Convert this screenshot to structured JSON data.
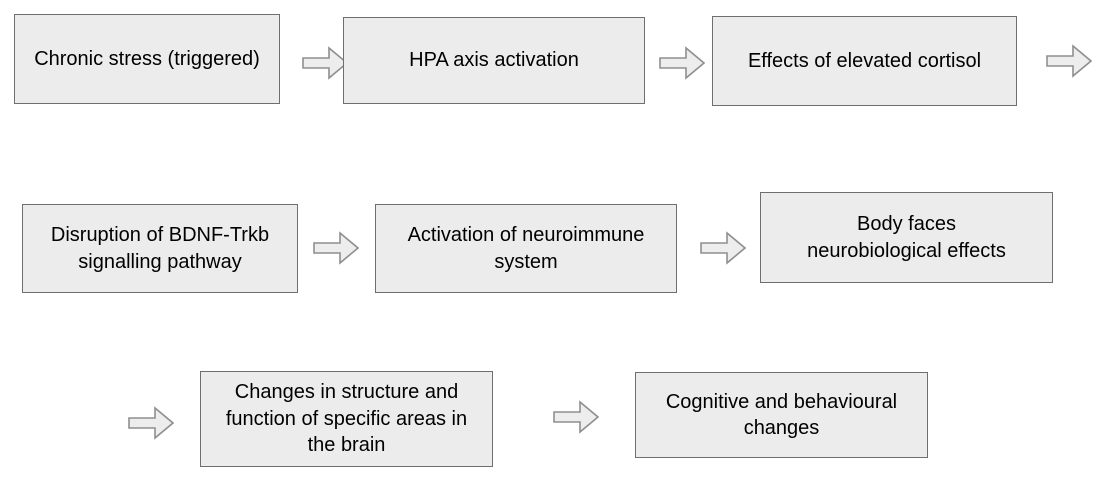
{
  "flowchart": {
    "description": "Flow diagram of chronic stress leading to cognitive and behavioural changes",
    "colors": {
      "background": "#ffffff",
      "box_fill": "#ececec",
      "box_border": "#6f6f6f",
      "arrow_fill": "#ededed",
      "arrow_stroke": "#8f8f8f",
      "text": "#000000"
    },
    "arrow_icon": "right-block-arrow",
    "rows": [
      {
        "boxes": [
          {
            "id": "chronic-stress",
            "label": "Chronic stress (triggered)"
          },
          {
            "id": "hpa-axis",
            "label": "HPA axis activation"
          },
          {
            "id": "elevated-cortisol",
            "label": "Effects of elevated cortisol"
          }
        ],
        "trailing_arrow": true,
        "leading_arrow": false
      },
      {
        "boxes": [
          {
            "id": "bdnf-trkb",
            "label": "Disruption of  BDNF-Trkb\nsignalling pathway"
          },
          {
            "id": "neuroimmune",
            "label": "Activation of neuroimmune\nsystem"
          },
          {
            "id": "neurobiological-effects",
            "label": "Body faces\nneurobiological effects"
          }
        ],
        "trailing_arrow": false,
        "leading_arrow": false
      },
      {
        "boxes": [
          {
            "id": "brain-structure-changes",
            "label": "Changes in structure and\nfunction of specific areas in\nthe brain"
          },
          {
            "id": "cognitive-behavioural-changes",
            "label": "Cognitive and behavioural\nchanges"
          }
        ],
        "trailing_arrow": false,
        "leading_arrow": true
      }
    ],
    "flow_order": [
      "Chronic stress (triggered)",
      "HPA axis activation",
      "Effects of elevated cortisol",
      "Disruption of  BDNF-Trkb signalling pathway",
      "Activation of neuroimmune system",
      "Body faces neurobiological effects",
      "Changes in structure and function of specific areas in the brain",
      "Cognitive and behavioural changes"
    ]
  }
}
